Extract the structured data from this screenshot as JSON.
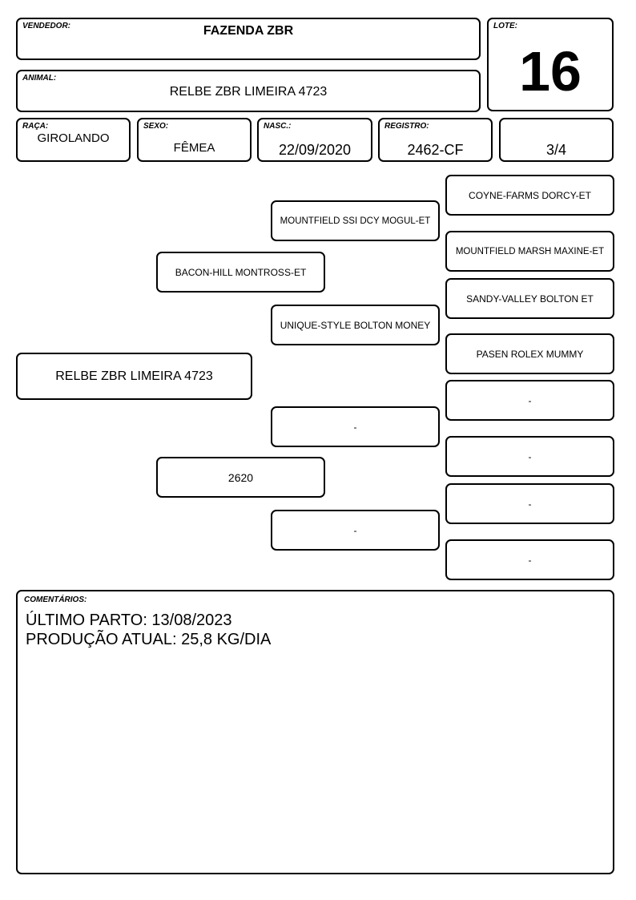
{
  "header": {
    "vendedor_label": "VENDEDOR:",
    "vendedor": "FAZENDA ZBR",
    "lote_label": "LOTE:",
    "lote": "16",
    "animal_label": "ANIMAL:",
    "animal": "RELBE ZBR LIMEIRA 4723"
  },
  "info": {
    "raca_label": "RAÇA:",
    "raca": "GIROLANDO",
    "sexo_label": "SEXO:",
    "sexo": "FÊMEA",
    "nasc_label": "NASC.:",
    "nasc": "22/09/2020",
    "registro_label": "REGISTRO:",
    "registro": "2462-CF",
    "grau": "3/4"
  },
  "pedigree": {
    "animal": "RELBE ZBR LIMEIRA 4723",
    "sire": "BACON-HILL MONTROSS-ET",
    "dam": "2620",
    "sire_sire": "MOUNTFIELD SSI DCY MOGUL-ET",
    "sire_dam": "UNIQUE-STYLE BOLTON MONEY",
    "dam_sire": "-",
    "dam_dam": "-",
    "ggp": [
      "COYNE-FARMS DORCY-ET",
      "MOUNTFIELD MARSH MAXINE-ET",
      "SANDY-VALLEY BOLTON ET",
      "PASEN ROLEX MUMMY",
      "-",
      "-",
      "-",
      "-"
    ]
  },
  "comments": {
    "label": "COMENTÁRIOS:",
    "lines": [
      "ÚLTIMO PARTO: 13/08/2023",
      "PRODUÇÃO ATUAL: 25,8 KG/DIA"
    ]
  }
}
